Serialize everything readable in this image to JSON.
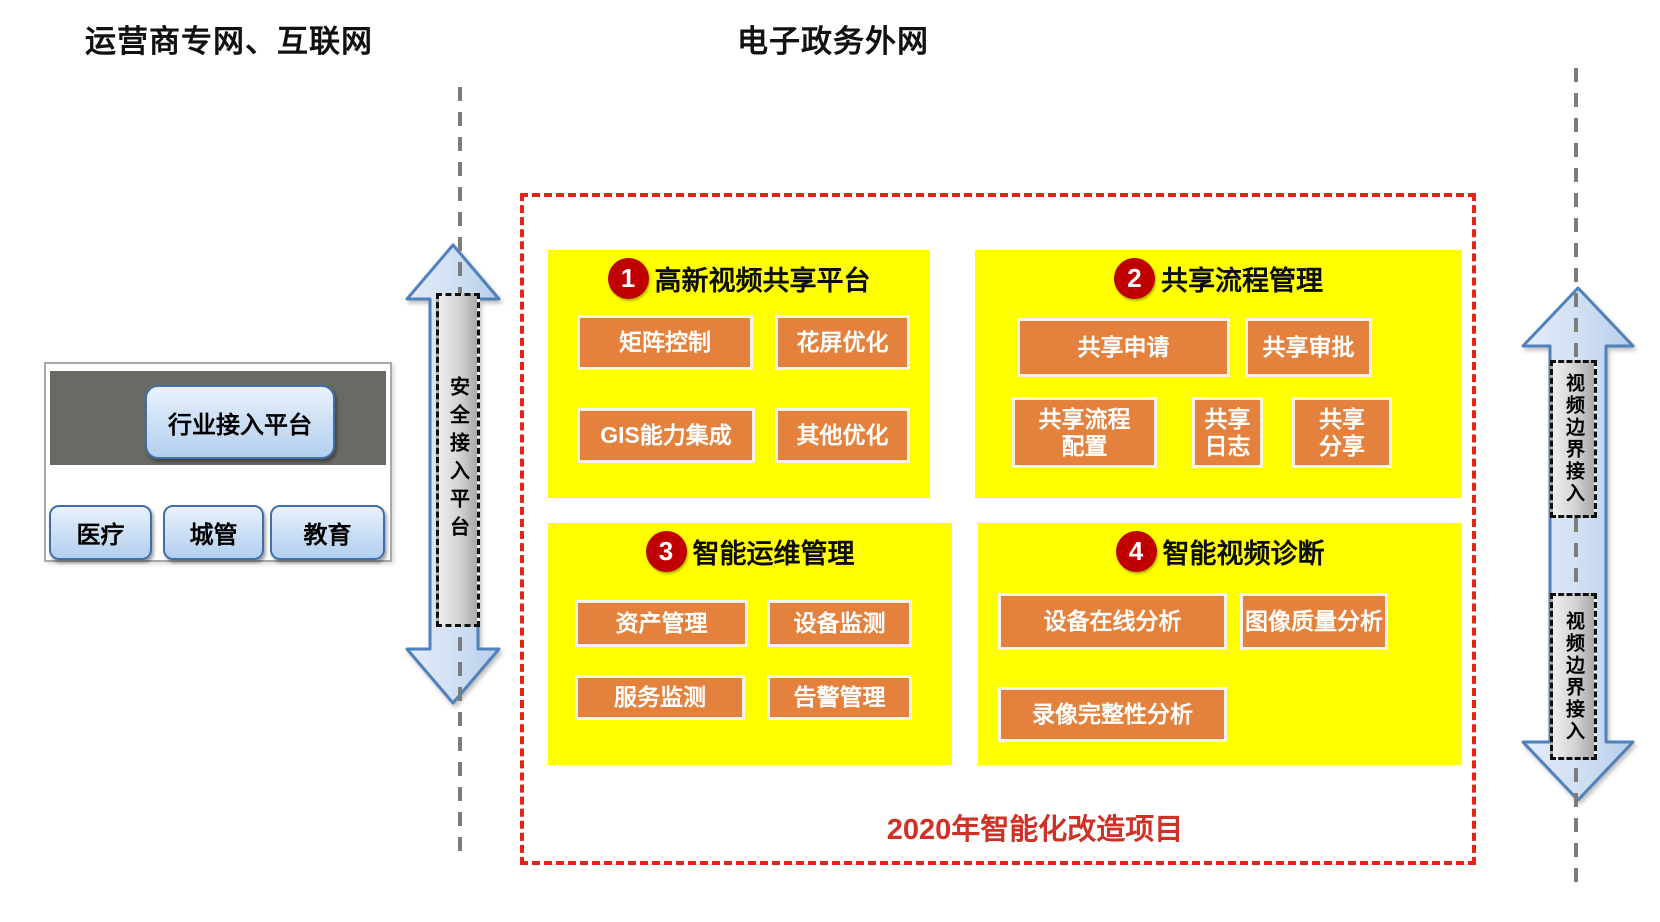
{
  "headers": {
    "left": "运营商专网、互联网",
    "center": "电子政务外网"
  },
  "access_platform": {
    "main_button": "行业接入平台",
    "industries": [
      {
        "label": "医疗"
      },
      {
        "label": "城管"
      },
      {
        "label": "教育"
      }
    ]
  },
  "security_gateway": {
    "label": "安全接入平台"
  },
  "video_boundary": {
    "top_label": "视频边界接入",
    "bottom_label": "视频边界接入"
  },
  "project": {
    "caption": "2020年智能化改造项目",
    "modules": [
      {
        "number": "1",
        "title": "高新视频共享平台",
        "items": [
          "矩阵控制",
          "花屏优化",
          "GIS能力集成",
          "其他优化"
        ]
      },
      {
        "number": "2",
        "title": "共享流程管理",
        "items": [
          "共享申请",
          "共享审批",
          "共享流程\n配置",
          "共享\n日志",
          "共享\n分享"
        ]
      },
      {
        "number": "3",
        "title": "智能运维管理",
        "items": [
          "资产管理",
          "设备监测",
          "服务监测",
          "告警管理"
        ]
      },
      {
        "number": "4",
        "title": "智能视频诊断",
        "items": [
          "设备在线分析",
          "图像质量分析",
          "录像完整性分析"
        ]
      }
    ]
  },
  "colors": {
    "panel_yellow": "#ffff00",
    "button_orange": "#e4823d",
    "badge_red": "#c00000",
    "frame_dashed_red": "#e42417",
    "caption_red": "#cf3126",
    "arrow_blue_border": "#4f81bd",
    "blue_button_border": "#3f6ea9"
  }
}
